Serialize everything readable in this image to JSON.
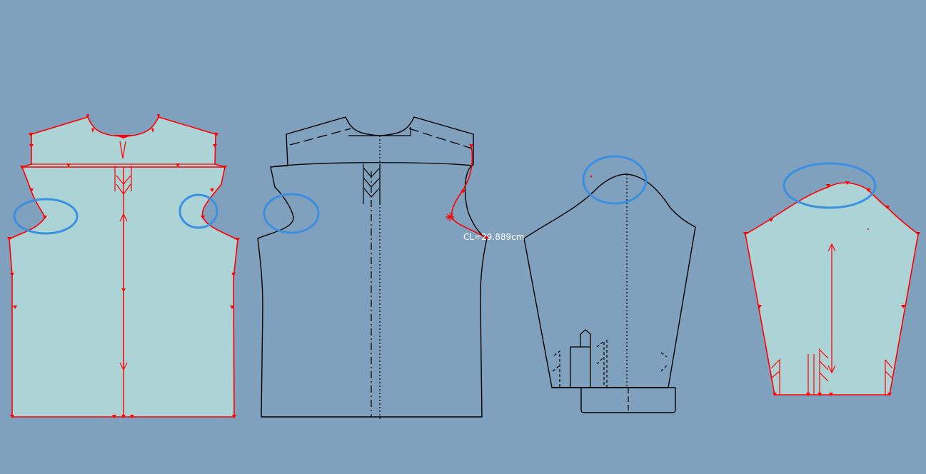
{
  "measurement": {
    "label": "CL=29.889cm"
  },
  "colors": {
    "background": "#7fa1bd",
    "piece_fill": "#acd4d6",
    "selected_outline": "#ff0000",
    "outline": "#000000",
    "highlight_circle": "#3a8fe0"
  },
  "pieces": [
    {
      "id": "front-bodice",
      "state": "selected-filled"
    },
    {
      "id": "back-bodice",
      "state": "outline"
    },
    {
      "id": "sleeve-outline",
      "state": "outline"
    },
    {
      "id": "sleeve-selected",
      "state": "selected-filled"
    }
  ]
}
